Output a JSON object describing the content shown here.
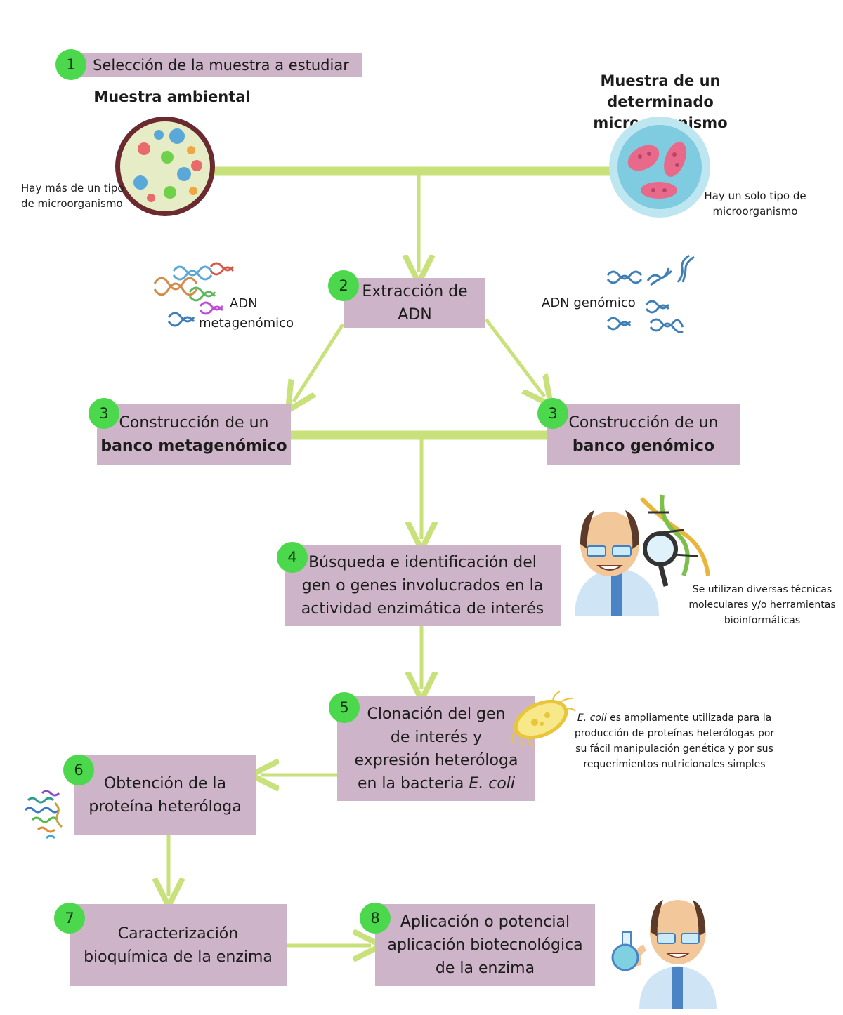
{
  "steps": [
    {
      "n": "1",
      "text": "Selección de la muestra a estudiar"
    },
    {
      "n": "2",
      "line1": "Extracción de",
      "line2": "ADN"
    },
    {
      "n": "3",
      "line1": "Construcción de un",
      "line2": "banco metagenómico"
    },
    {
      "n": "3",
      "line1": "Construcción de un",
      "line2": "banco genómico"
    },
    {
      "n": "4",
      "line1": "Búsqueda e identificación del",
      "line2": "gen o genes involucrados en la",
      "line3": "actividad enzimática de interés"
    },
    {
      "n": "5",
      "line1": "Clonación del gen",
      "line2": "de interés y",
      "line3": "expresión heteróloga",
      "line4_pre": "en la bacteria",
      "line4_em": "E. coli"
    },
    {
      "n": "6",
      "line1": "Obtención de la",
      "line2": "proteína heteróloga"
    },
    {
      "n": "7",
      "line1": "Caracterización",
      "line2": "bioquímica de la enzima"
    },
    {
      "n": "8",
      "line1": "Aplicación o potencial",
      "line2": "aplicación biotecnológica",
      "line3": "de la enzima"
    }
  ],
  "samples": {
    "environmental": {
      "title": "Muestra ambiental",
      "note1": "Hay más de un tipo",
      "note2": "de microorganismo"
    },
    "single": {
      "title1": "Muestra de un determinado",
      "title2": "microorganismo",
      "note1": "Hay un solo tipo de",
      "note2": "microorganismo"
    }
  },
  "dna": {
    "meta1": "ADN",
    "meta2": "metagenómico",
    "genomic": "ADN genómico"
  },
  "notes": {
    "techniques": [
      "Se utilizan diversas técnicas",
      "moleculares y/o herramientas",
      "bioinformáticas"
    ],
    "ecoli_em": "E. coli",
    "ecoli_rest": " es ampliamente utilizada para la",
    "ecoli_lines": [
      "producción de proteínas heterólogas por",
      "su fácil manipulación genética y por sus",
      "requerimientos nutricionales simples"
    ]
  },
  "colors": {
    "box": "#cdb4c8",
    "connector": "#c9e17a",
    "badge": "#4cd84c"
  },
  "icons": [
    "petri-dish-icon",
    "bacterium-cell-icon",
    "dna-strand-icon",
    "scientist-magnifier-icon",
    "ecoli-bacterium-icon",
    "protein-structure-icon",
    "scientist-flask-icon"
  ]
}
